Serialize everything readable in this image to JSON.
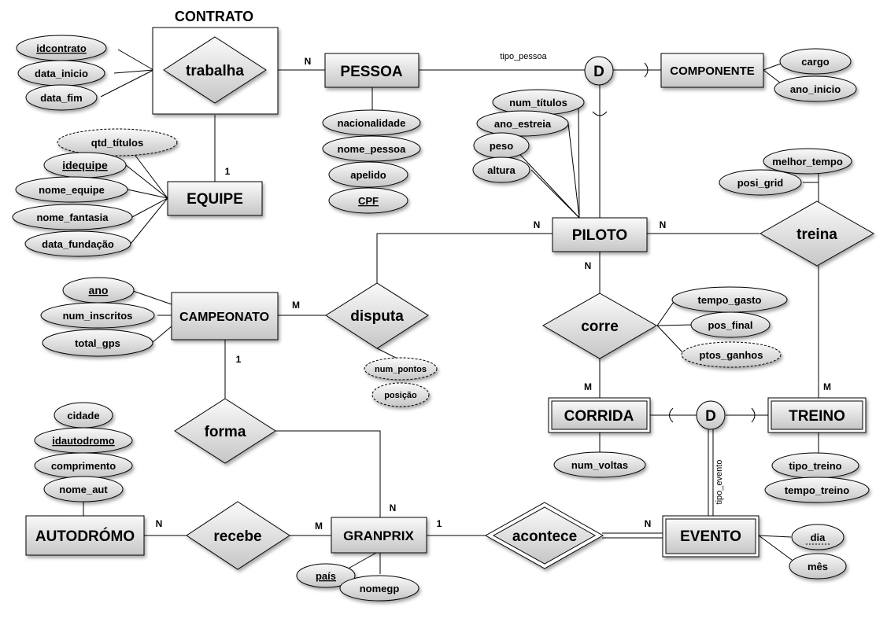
{
  "diagram": {
    "title": "CONTRATO",
    "entities": {
      "pessoa": "PESSOA",
      "componente": "COMPONENTE",
      "equipe": "EQUIPE",
      "piloto": "PILOTO",
      "campeonato": "CAMPEONATO",
      "corrida": "CORRIDA",
      "treino": "TREINO",
      "autodromo": "AUTODRÓMO",
      "granprix": "GRANPRIX",
      "evento": "EVENTO"
    },
    "relationships": {
      "trabalha": "trabalha",
      "treina": "treina",
      "disputa": "disputa",
      "corre": "corre",
      "forma": "forma",
      "recebe": "recebe",
      "acontece": "acontece"
    },
    "attributes": {
      "idcontrato": "idcontrato",
      "data_inicio": "data_inicio",
      "data_fim": "data_fim",
      "qtd_titulos": "qtd_títulos",
      "idequipe": "idequipe",
      "nome_equipe": "nome_equipe",
      "nome_fantasia": "nome_fantasia",
      "data_fundacao": "data_fundação",
      "nacionalidade": "nacionalidade",
      "nome_pessoa": "nome_pessoa",
      "apelido": "apelido",
      "cpf": "CPF",
      "cargo": "cargo",
      "ano_inicio": "ano_inicio",
      "num_titulos": "num_títulos",
      "ano_estreia": "ano_estreia",
      "peso": "peso",
      "altura": "altura",
      "melhor_tempo": "melhor_tempo",
      "posi_grid": "posi_grid",
      "ano": "ano",
      "num_inscritos": "num_inscritos",
      "total_gps": "total_gps",
      "num_pontos": "num_pontos",
      "posicao": "posição",
      "tempo_gasto": "tempo_gasto",
      "pos_final": "pos_final",
      "ptos_ganhos": "ptos_ganhos",
      "num_voltas": "num_voltas",
      "tipo_treino": "tipo_treino",
      "tempo_treino": "tempo_treino",
      "cidade": "cidade",
      "idautodromo": "idautodromo",
      "comprimento": "comprimento",
      "nome_aut": "nome_aut",
      "pais": "país",
      "nomegp": "nomegp",
      "dia": "dia",
      "mes": "mês"
    },
    "disjoint_symbol": "D",
    "labels": {
      "tipo_pessoa": "tipo_pessoa",
      "tipo_evento": "tipo_evento"
    },
    "cardinalities": {
      "contrato_pessoa": "N",
      "contrato_equipe": "1",
      "piloto_disputa": "N",
      "piloto_treina": "N",
      "piloto_corre": "N",
      "campeonato_disputa": "M",
      "campeonato_forma": "1",
      "corre_corrida": "M",
      "treino_treina": "M",
      "granprix_forma": "N",
      "autodromo_recebe": "N",
      "granprix_recebe": "M",
      "granprix_acontece": "1",
      "evento_acontece": "N"
    },
    "colors": {
      "shape_fill_light": "#fafafa",
      "shape_fill_dark": "#c8c8c8",
      "line": "#000000"
    }
  }
}
